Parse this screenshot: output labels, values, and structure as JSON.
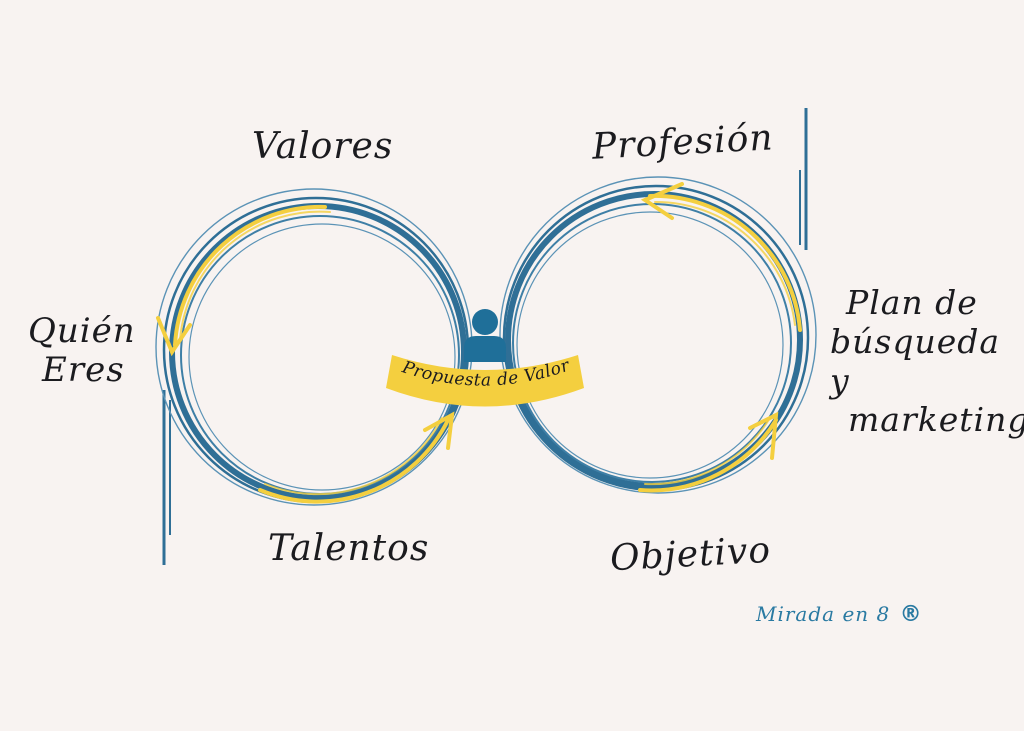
{
  "labels": {
    "valores": "Valores",
    "profesion": "Profesión",
    "quien": "Quién",
    "eres": "Eres",
    "plan_line1": "Plan de",
    "plan_line2": "búsqueda y",
    "plan_line3": "marketing",
    "talentos": "Talentos",
    "objetivo": "Objetivo",
    "center_badge": "Propuesta de Valor"
  },
  "brand": {
    "name": "Mirada en 8",
    "symbol": "®"
  },
  "colors": {
    "background": "#f8f3f1",
    "loop_blue": "#2f6f96",
    "loop_light_blue": "#5b93b6",
    "accent_yellow": "#f4cf3f",
    "person_blue": "#1f6f99",
    "text": "#1b1b1f"
  },
  "icons": {
    "center": "person-icon"
  }
}
